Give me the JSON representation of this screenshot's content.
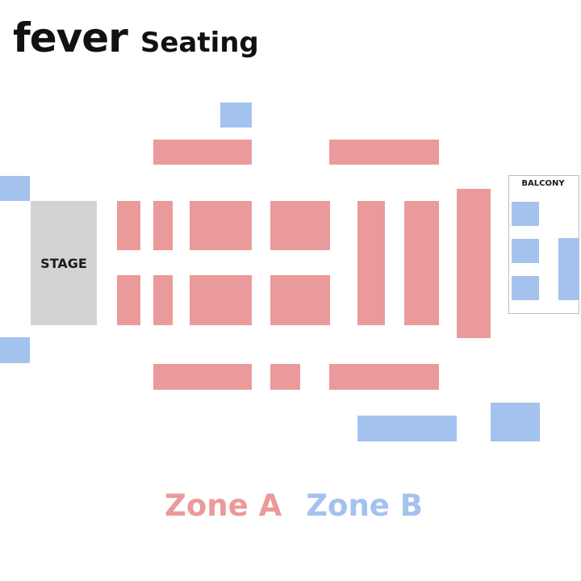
{
  "header": {
    "brand": "fever",
    "title": "Seating"
  },
  "map": {
    "stage_label": "STAGE",
    "balcony_label": "BALCONY"
  },
  "legend": {
    "zone_a": "Zone A",
    "zone_b": "Zone B"
  },
  "colors": {
    "zone_a": "#ea9a9a",
    "zone_b": "#a4c2ee",
    "stage": "#d3d3d3"
  }
}
